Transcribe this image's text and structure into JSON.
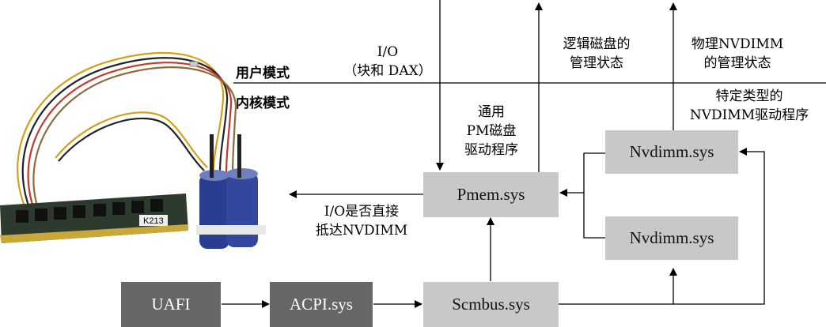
{
  "modes": {
    "user": "用户模式",
    "kernel": "内核模式"
  },
  "labels": {
    "io_block_dax": [
      "I/O",
      "（块和 DAX）"
    ],
    "logical_disk_mgmt": [
      "逻辑磁盘的",
      "管理状态"
    ],
    "physical_nvdimm_mgmt": [
      "物理NVDIMM",
      "的管理状态"
    ],
    "generic_pm_driver": [
      "通用",
      "PM磁盘",
      "驱动程序"
    ],
    "specific_nvdimm_driver": [
      "特定类型的",
      "NVDIMM驱动程序"
    ],
    "io_direct": [
      "I/O是否直接",
      "抵达NVDIMM"
    ]
  },
  "boxes": {
    "pmem": "Pmem.sys",
    "nvdimm_top": "Nvdimm.sys",
    "nvdimm_bottom": "Nvdimm.sys",
    "uafi": "UAFI",
    "acpi": "ACPI.sys",
    "scmbus": "Scmbus.sys"
  },
  "hardware_label": "K213",
  "colors": {
    "light_box": "#c8c8c8",
    "dark_box": "#666666",
    "line": "#000000"
  }
}
